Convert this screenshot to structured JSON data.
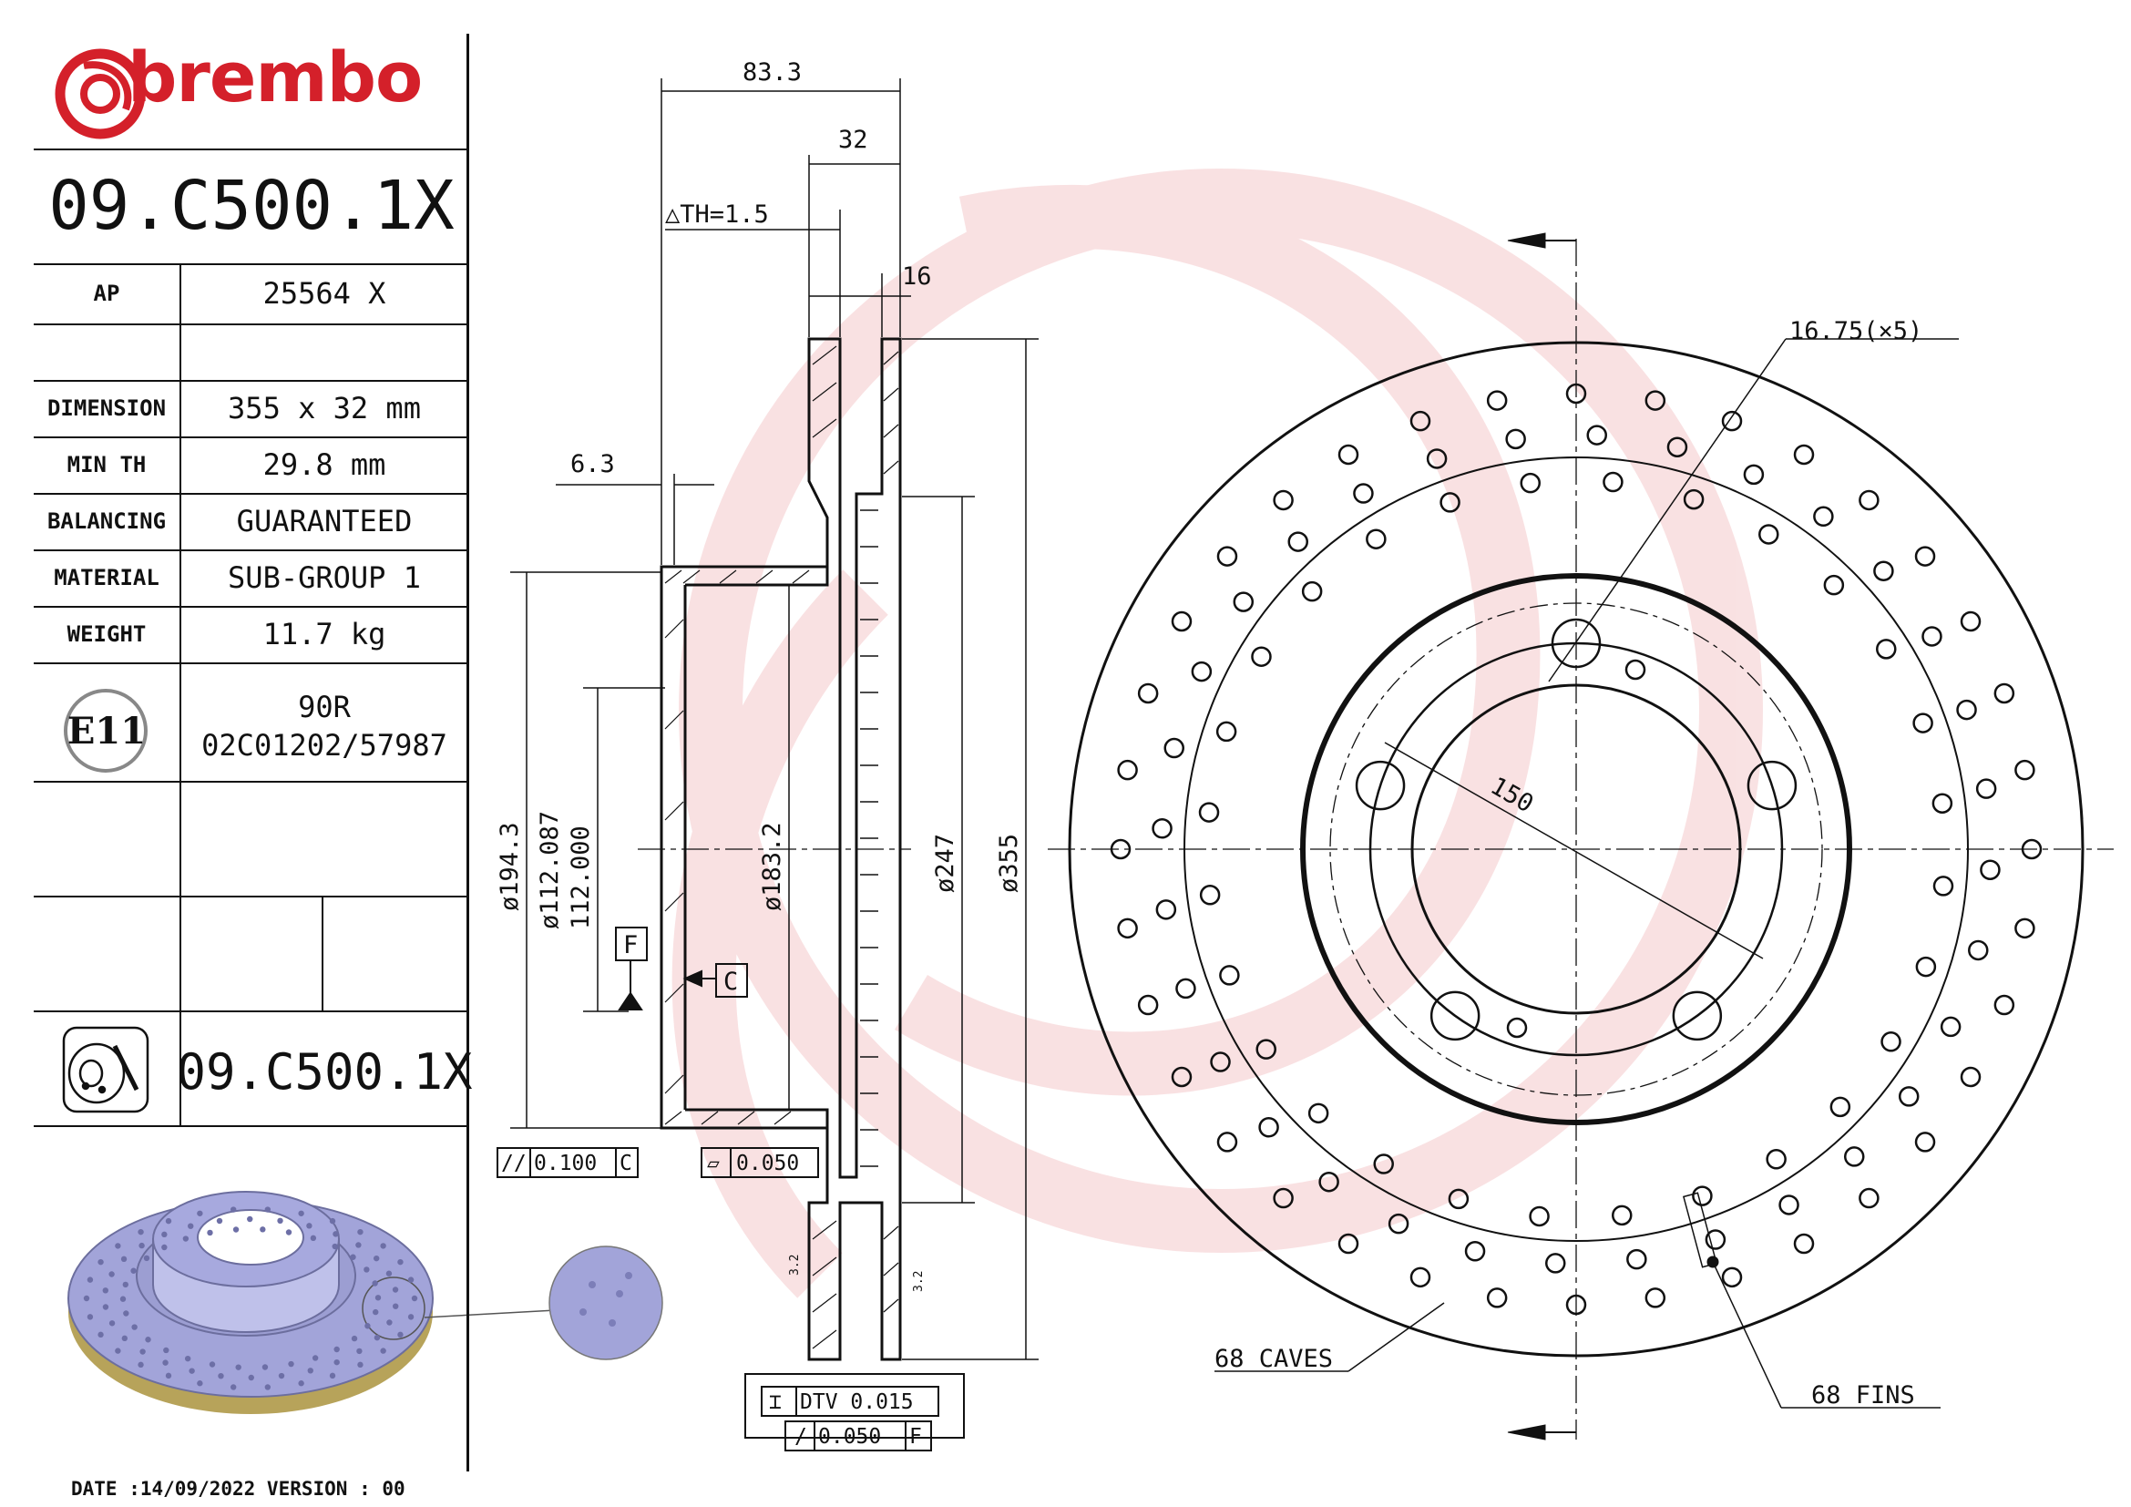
{
  "brand": {
    "name": "brembo",
    "color": "#d4202a"
  },
  "part_number": "09.C500.1X",
  "part_number_footer": "09.C500.1X",
  "specs": [
    {
      "label": "AP",
      "value": "25564 X"
    },
    {
      "label": "",
      "value": ""
    },
    {
      "label": "DIMENSION",
      "value": "355 x 32 mm"
    },
    {
      "label": "MIN TH",
      "value": "29.8 mm"
    },
    {
      "label": "BALANCING",
      "value": "GUARANTEED"
    },
    {
      "label": "MATERIAL",
      "value": "SUB-GROUP 1"
    },
    {
      "label": "WEIGHT",
      "value": "11.7 kg"
    }
  ],
  "approval": {
    "mark": "E11",
    "line1": "90R",
    "line2": "02C01202/57987"
  },
  "dimensions": {
    "overall_width": "83.3",
    "thickness": "32",
    "th_tolerance": "△TH=1.5",
    "flange": "16",
    "offset": "6.3",
    "d_194": "ø194.3",
    "d_112a": "ø112.087",
    "d_112b": "112.000",
    "d_183": "ø183.2",
    "d_247": "ø247",
    "d_355": "ø355",
    "pcd": "150",
    "holes": "16.75(×5)",
    "chamfer_a": "3.2",
    "chamfer_b": "3.2",
    "datum_f": "F",
    "datum_c": "C"
  },
  "tolerances": {
    "parallel": "0.100",
    "parallel_ref": "C",
    "flatness": "0.050",
    "dtv": "DTV 0.015",
    "runout": "0.050",
    "runout_ref": "F"
  },
  "callouts": {
    "caves": "68 CAVES",
    "fins": "68 FINS"
  },
  "footer": "DATE :14/09/2022 VERSION : 00",
  "icons": [
    "brembo-logo-icon",
    "disc-type-icon",
    "e11-mark-icon"
  ]
}
